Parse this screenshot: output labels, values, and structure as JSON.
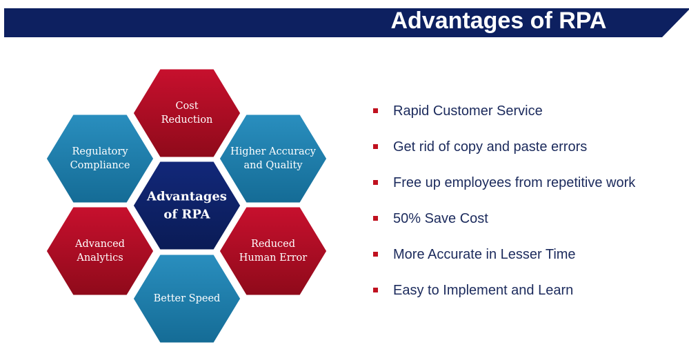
{
  "title": "Advantages of RPA",
  "colors": {
    "banner": "#0d2060",
    "red_hex": "#b30b1f",
    "blue_hex": "#1f7ba8",
    "center_hex": "#0d2060",
    "bullet": "#c0111f",
    "bullet_text": "#1b2a5c"
  },
  "diagram": {
    "center": [
      "Advantages",
      "of RPA"
    ],
    "hexes": [
      {
        "id": "top",
        "lines": [
          "Cost",
          "Reduction"
        ],
        "color": "red"
      },
      {
        "id": "upper-right",
        "lines": [
          "Higher Accuracy",
          "and Quality"
        ],
        "color": "blue"
      },
      {
        "id": "lower-right",
        "lines": [
          "Reduced",
          "Human Error"
        ],
        "color": "red"
      },
      {
        "id": "bottom",
        "lines": [
          "Better Speed"
        ],
        "color": "blue"
      },
      {
        "id": "lower-left",
        "lines": [
          "Advanced",
          "Analytics"
        ],
        "color": "red"
      },
      {
        "id": "upper-left",
        "lines": [
          "Regulatory",
          "Compliance"
        ],
        "color": "blue"
      }
    ]
  },
  "bullets": [
    "Rapid Customer Service",
    "Get rid of copy and paste errors",
    "Free up employees from repetitive work",
    "50% Save Cost",
    "More Accurate in Lesser Time",
    "Easy to Implement and Learn"
  ]
}
